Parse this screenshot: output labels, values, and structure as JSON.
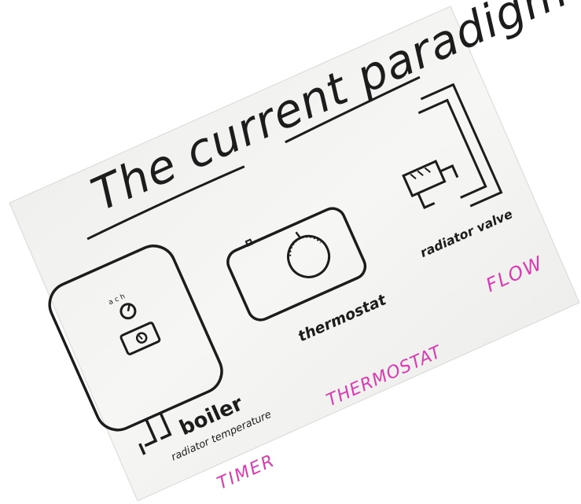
{
  "whiteboard": {
    "title": "The current paradigm",
    "labels": {
      "boiler": "boiler",
      "boiler_sub": "radiator temperature",
      "thermostat": "thermostat",
      "radiator_valve": "radiator valve"
    },
    "pink_labels": {
      "timer": "TIMER",
      "thermostat": "THERMOSTAT",
      "flow": "FLOW"
    },
    "colors": {
      "board": "#f3f3f1",
      "ink": "#1c1c1c",
      "pink_marker": "#d93bb0"
    }
  }
}
